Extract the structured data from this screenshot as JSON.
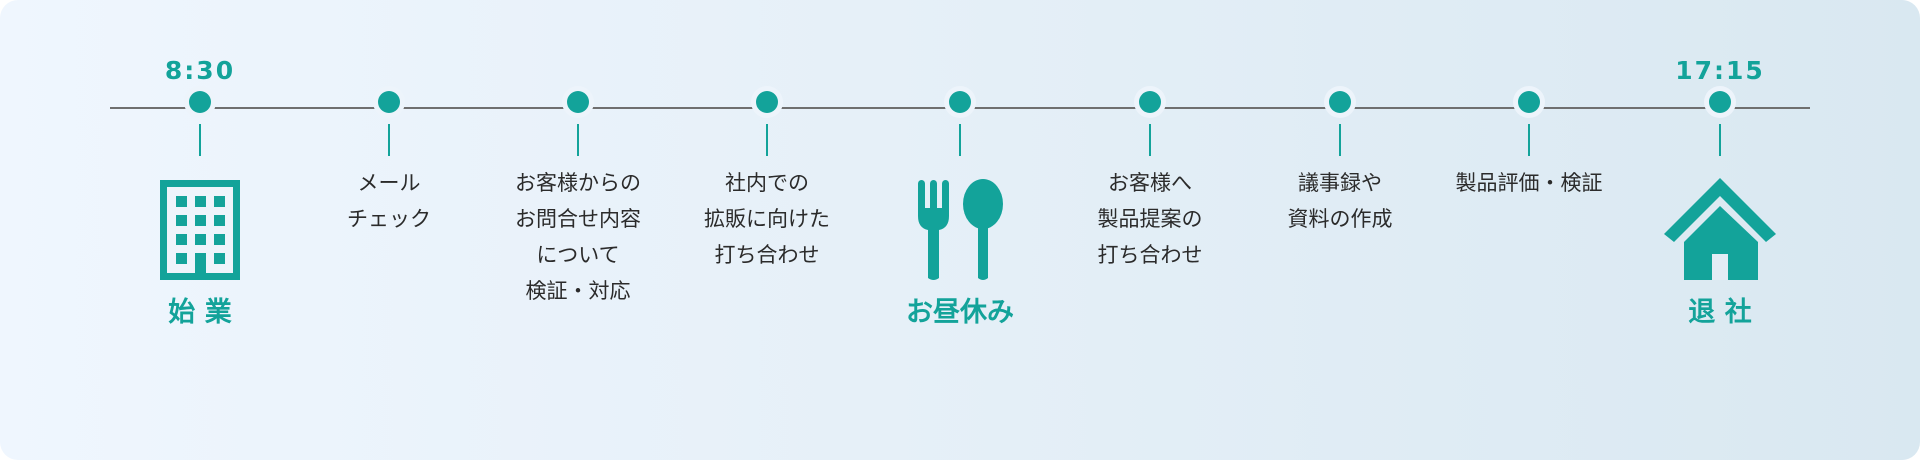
{
  "start": {
    "time": "8:30",
    "label": "始 業"
  },
  "end": {
    "time": "17:15",
    "label": "退 社"
  },
  "lunch": {
    "label": "お昼休み"
  },
  "steps": [
    {
      "text": "メール\nチェック"
    },
    {
      "text": "お客様からの\nお問合せ内容\nについて\n検証・対応"
    },
    {
      "text": "社内での\n拡販に向けた\n打ち合わせ"
    },
    {
      "text": "お客様へ\n製品提案の\n打ち合わせ"
    },
    {
      "text": "議事録や\n資料の作成"
    },
    {
      "text": "製品評価・検証"
    }
  ],
  "colors": {
    "accent": "#13a39a",
    "line": "#6f6f6f",
    "text": "#2b2b2b"
  },
  "icons": {
    "start": "office-building-icon",
    "lunch": "fork-spoon-icon",
    "end": "house-icon"
  }
}
